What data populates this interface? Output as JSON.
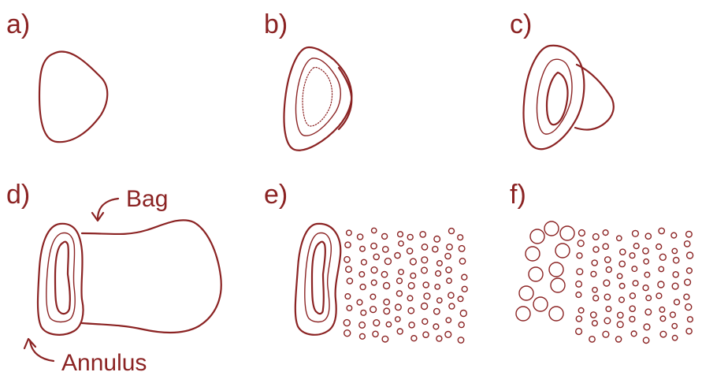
{
  "stroke_color": "#8b2323",
  "background": "#ffffff",
  "panels": [
    {
      "id": "a",
      "label": "a)"
    },
    {
      "id": "b",
      "label": "b)"
    },
    {
      "id": "c",
      "label": "c)"
    },
    {
      "id": "d",
      "label": "d)"
    },
    {
      "id": "e",
      "label": "e)"
    },
    {
      "id": "f",
      "label": "f)"
    }
  ],
  "annotations": {
    "bag": "Bag",
    "annulus": "Annulus"
  }
}
